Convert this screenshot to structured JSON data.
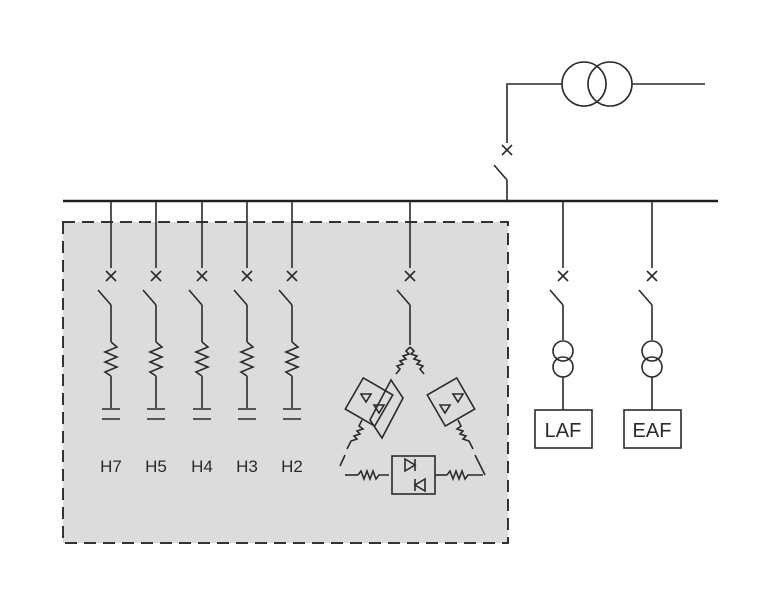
{
  "diagram": {
    "title_visible": false,
    "filter_branches": [
      {
        "label": "H7"
      },
      {
        "label": "H5"
      },
      {
        "label": "H4"
      },
      {
        "label": "H3"
      },
      {
        "label": "H2"
      }
    ],
    "loads": [
      {
        "label": "LAF"
      },
      {
        "label": "EAF"
      }
    ],
    "colors": {
      "line": "#2a2a2a",
      "compensation_area_fill": "#dcdcdc",
      "compensation_area_border": "#333333",
      "background": "#ffffff"
    }
  }
}
